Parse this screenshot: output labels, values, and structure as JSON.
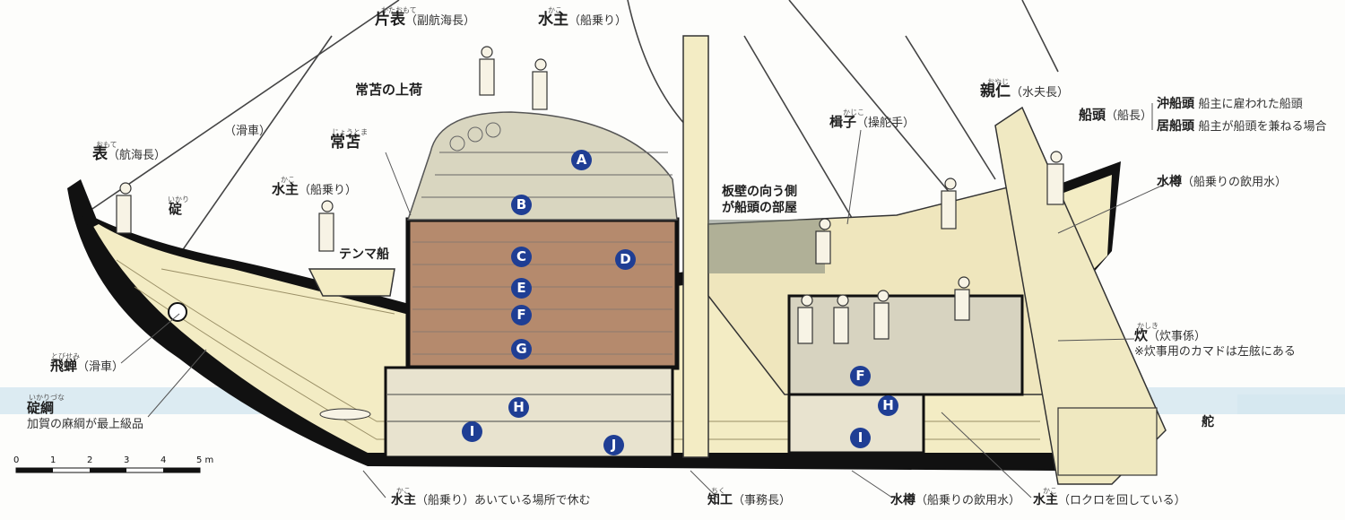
{
  "labels": {
    "katao": {
      "main": "片表",
      "sub": "（副航海長）",
      "ruby": "かたおもて"
    },
    "kako_top": {
      "main": "水主",
      "sub": "（船乗り）",
      "ruby": "かこ"
    },
    "joto_uwani": {
      "main": "常苫の上荷"
    },
    "kassha": {
      "main": "（滑車）"
    },
    "omote": {
      "main": "表",
      "sub": "（航海長）",
      "ruby": "おもて"
    },
    "joto": {
      "main": "常苫",
      "ruby": "じょうとま"
    },
    "kako_mid": {
      "main": "水主",
      "sub": "（船乗り）",
      "ruby": "かこ"
    },
    "ikari": {
      "main": "碇",
      "ruby": "いかり"
    },
    "tenma": {
      "main": "テンマ船"
    },
    "itakabe": {
      "line1": "板壁の向う側",
      "line2": "が船頭の部屋"
    },
    "kajiko": {
      "main": "楫子",
      "sub": "（操舵手）",
      "ruby": "かじこ"
    },
    "oyaji": {
      "main": "親仁",
      "sub": "（水夫長）",
      "ruby": "おやじ"
    },
    "sendo": {
      "main": "船頭",
      "sub": "（船長）"
    },
    "okisendo": {
      "main": "沖船頭",
      "sub": "船主に雇われた船頭"
    },
    "izusendo": {
      "main": "居船頭",
      "sub": "船主が船頭を兼ねる場合"
    },
    "mizutaru_top": {
      "main": "水樽",
      "sub": "（船乗りの飲用水）"
    },
    "tobisemi": {
      "main": "飛蝉",
      "sub": "（滑車）",
      "ruby": "とびせみ"
    },
    "ikarizuna": {
      "main": "碇綱",
      "sub": "加賀の麻綱が最上級品",
      "ruby": "いかりづな"
    },
    "kashiki": {
      "main": "炊",
      "sub": "（炊事係）",
      "note": "※炊事用のカマドは左舷にある",
      "ruby": "かしき"
    },
    "kaji": {
      "main": "舵"
    },
    "kako_bottom": {
      "main": "水主",
      "sub": "（船乗り）あいている場所で休む",
      "ruby": "かこ"
    },
    "chiku": {
      "main": "知工",
      "sub": "（事務長）",
      "ruby": "ちく"
    },
    "mizutaru_bottom": {
      "main": "水樽",
      "sub": "（船乗りの飲用水）"
    },
    "kako_rokuro": {
      "main": "水主",
      "sub": "（ロクロを回している）",
      "ruby": "かこ"
    }
  },
  "cargo_markers": [
    "A",
    "B",
    "C",
    "D",
    "E",
    "F",
    "G",
    "H",
    "I",
    "J",
    "F",
    "H",
    "I"
  ],
  "scale_bar": {
    "ticks": [
      "0",
      "1",
      "2",
      "3",
      "4",
      "5 m"
    ]
  },
  "colors": {
    "hull": "#f3ecc4",
    "hull_dark": "#111111",
    "wall": "#b58a6d",
    "marker": "#1f3e94",
    "water": "#dcebf2"
  }
}
